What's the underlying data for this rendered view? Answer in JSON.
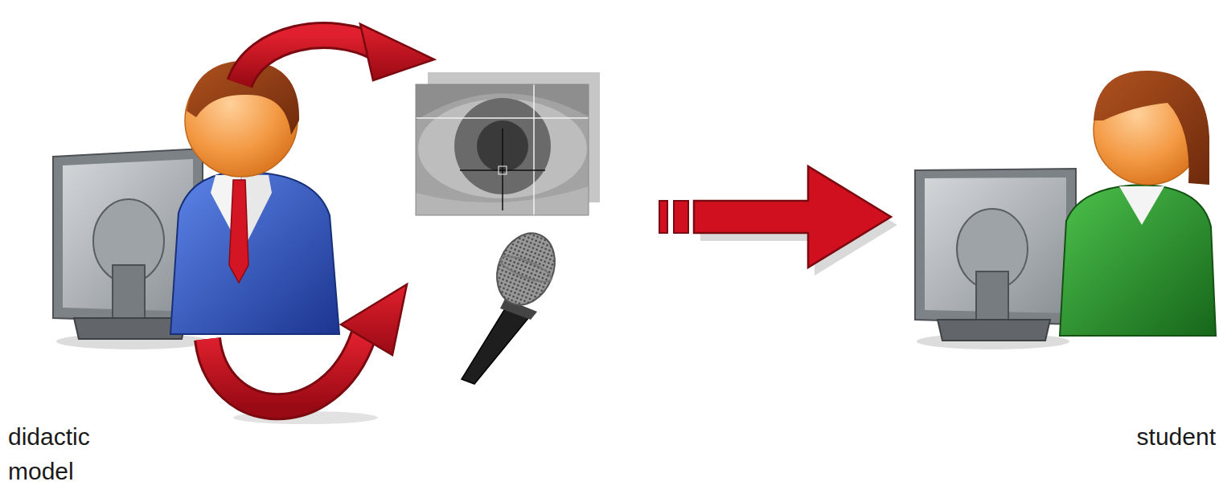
{
  "diagram": {
    "nodes": [
      {
        "text": [
          "didactic model"
        ]
      },
      {
        "text": [
          "student"
        ]
      }
    ],
    "edges": [
      {
        "from": 0,
        "to": 1,
        "arrow": "to"
      }
    ]
  }
}
